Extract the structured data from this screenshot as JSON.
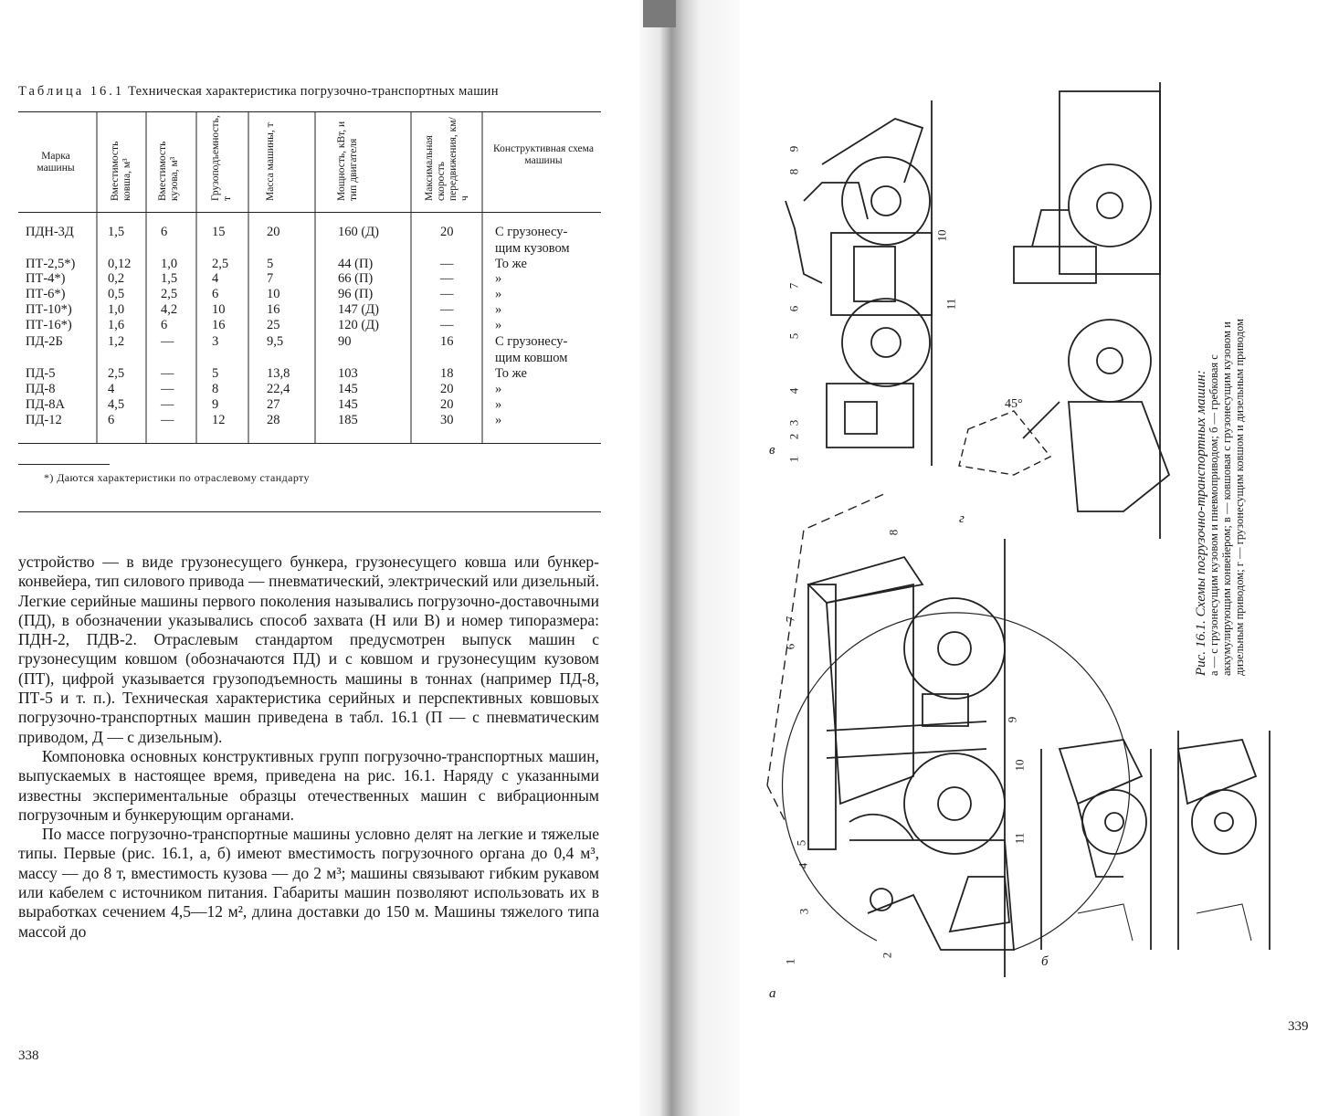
{
  "left_page": {
    "table_label": "Таблица 16.1",
    "table_title": "Техническая характеристика погрузочно-транспортных машин",
    "columns": [
      "Марка машины",
      "Вместимость ковша, м³",
      "Вместимость кузова, м³",
      "Грузоподъемность, т",
      "Масса машины, т",
      "Мощность, кВт, и тип двигателя",
      "Максимальная скорость передвижения, км/ч",
      "Конструктивная схема машины"
    ],
    "rows": [
      {
        "name": "ПДН-3Д",
        "bucket": "1,5",
        "body": "6",
        "capacity": "15",
        "mass": "20",
        "power": "160 (Д)",
        "speed": "20",
        "scheme": "С грузонесу-"
      },
      {
        "name": "",
        "bucket": "",
        "body": "",
        "capacity": "",
        "mass": "",
        "power": "",
        "speed": "",
        "scheme": "щим кузовом"
      },
      {
        "name": "ПТ-2,5*)",
        "bucket": "0,12",
        "body": "1,0",
        "capacity": "2,5",
        "mass": "5",
        "power": "44 (П)",
        "speed": "—",
        "scheme": "То же"
      },
      {
        "name": "ПТ-4*)",
        "bucket": "0,2",
        "body": "1,5",
        "capacity": "4",
        "mass": "7",
        "power": "66 (П)",
        "speed": "—",
        "scheme": "»"
      },
      {
        "name": "ПТ-6*)",
        "bucket": "0,5",
        "body": "2,5",
        "capacity": "6",
        "mass": "10",
        "power": "96 (П)",
        "speed": "—",
        "scheme": "»"
      },
      {
        "name": "ПТ-10*)",
        "bucket": "1,0",
        "body": "4,2",
        "capacity": "10",
        "mass": "16",
        "power": "147 (Д)",
        "speed": "—",
        "scheme": "»"
      },
      {
        "name": "ПТ-16*)",
        "bucket": "1,6",
        "body": "6",
        "capacity": "16",
        "mass": "25",
        "power": "120 (Д)",
        "speed": "—",
        "scheme": "»"
      },
      {
        "name": "ПД-2Б",
        "bucket": "1,2",
        "body": "—",
        "capacity": "3",
        "mass": "9,5",
        "power": "90",
        "speed": "16",
        "scheme": "С грузонесу-"
      },
      {
        "name": "",
        "bucket": "",
        "body": "",
        "capacity": "",
        "mass": "",
        "power": "",
        "speed": "",
        "scheme": "щим ковшом"
      },
      {
        "name": "ПД-5",
        "bucket": "2,5",
        "body": "—",
        "capacity": "5",
        "mass": "13,8",
        "power": "103",
        "speed": "18",
        "scheme": "То же"
      },
      {
        "name": "ПД-8",
        "bucket": "4",
        "body": "—",
        "capacity": "8",
        "mass": "22,4",
        "power": "145",
        "speed": "20",
        "scheme": "»"
      },
      {
        "name": "ПД-8А",
        "bucket": "4,5",
        "body": "—",
        "capacity": "9",
        "mass": "27",
        "power": "145",
        "speed": "20",
        "scheme": "»"
      },
      {
        "name": "ПД-12",
        "bucket": "6",
        "body": "—",
        "capacity": "12",
        "mass": "28",
        "power": "185",
        "speed": "30",
        "scheme": "»"
      }
    ],
    "footnote": "*) Даются характеристики по отраслевому стандарту",
    "paragraphs": [
      "устройство — в виде грузонесущего бункера, грузонесущего ковша или бункер-конвейера, тип силового привода — пневматический, электрический или дизельный. Легкие серийные машины первого поколения назывались погрузочно-доставочными (ПД), в обозначении указывались способ захвата (Н или В) и номер типоразмера: ПДН-2, ПДВ-2. Отраслевым стандартом предусмотрен выпуск машин с грузонесущим ковшом (обозначаются ПД) и с ковшом и грузонесущим кузовом (ПТ), цифрой указывается грузоподъемность машины в тоннах (например ПД-8, ПТ-5 и т. п.). Техническая характеристика серийных и перспективных ковшовых погрузочно-транспортных машин приведена в табл. 16.1 (П — с пневматическим приводом, Д — с дизельным).",
      "Компоновка основных конструктивных групп погрузочно-транспортных машин, выпускаемых в настоящее время, приведена на рис. 16.1. Наряду с указанными известны экспериментальные образцы отечественных машин с вибрационным погрузочным и бункерующим органами.",
      "По массе погрузочно-транспортные машины условно делят на легкие и тяжелые типы. Первые (рис. 16.1, а, б) имеют вместимость погрузочного органа до 0,4 м³, массу — до 8 т, вместимость кузова — до 2 м³; машины связывают гибким рукавом или кабелем с источником питания. Габариты машин позволяют использовать их в выработках сечением 4,5—12 м², длина доставки до 150 м. Машины тяжелого типа массой до"
    ],
    "page_number": "338"
  },
  "right_page": {
    "caption_title": "Рис. 16.1. Схемы погрузочно-транспортных машин:",
    "caption_text": "а — с грузонесущим кузовом и пневмоприводом; б — гребковая с аккумулирующим конвейером; в — ковшовая с грузонесущим кузовом и дизельным приводом; г — грузонесущим ковшом и дизельным приводом",
    "figure_labels": {
      "a": "а",
      "b": "б",
      "v": "в",
      "g": "г"
    },
    "angle_label": "45°",
    "part_numbers": [
      "1",
      "2",
      "3",
      "4",
      "5",
      "6",
      "7",
      "8",
      "9",
      "10",
      "11"
    ],
    "page_number": "339"
  }
}
